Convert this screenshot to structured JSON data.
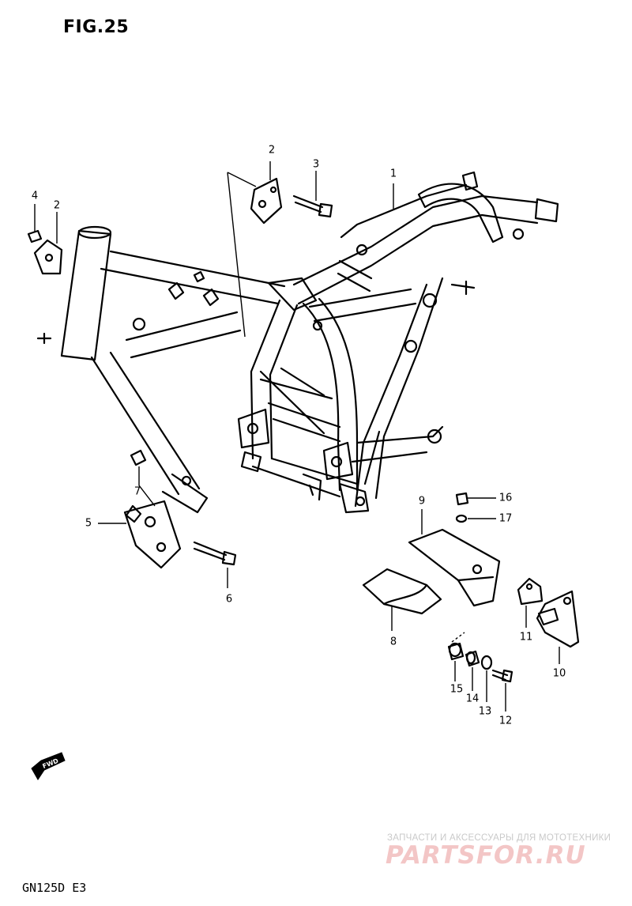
{
  "figure": {
    "title": "FIG.25",
    "model_code": "GN125D E3"
  },
  "watermark": {
    "tagline": "ЗАПЧАСТИ И АКСЕССУАРЫ ДЛЯ МОТОТЕХНИКИ",
    "logo": "PARTSFOR.RU"
  },
  "fwd_arrow": {
    "label": "FWD"
  },
  "callouts": [
    {
      "id": "1",
      "label": "1"
    },
    {
      "id": "2a",
      "label": "2"
    },
    {
      "id": "2b",
      "label": "2"
    },
    {
      "id": "3",
      "label": "3"
    },
    {
      "id": "4",
      "label": "4"
    },
    {
      "id": "5",
      "label": "5"
    },
    {
      "id": "6",
      "label": "6"
    },
    {
      "id": "7",
      "label": "7"
    },
    {
      "id": "8",
      "label": "8"
    },
    {
      "id": "9",
      "label": "9"
    },
    {
      "id": "10",
      "label": "10"
    },
    {
      "id": "11",
      "label": "11"
    },
    {
      "id": "12",
      "label": "12"
    },
    {
      "id": "13",
      "label": "13"
    },
    {
      "id": "14",
      "label": "14"
    },
    {
      "id": "15",
      "label": "15"
    },
    {
      "id": "16",
      "label": "16"
    },
    {
      "id": "17",
      "label": "17"
    }
  ]
}
